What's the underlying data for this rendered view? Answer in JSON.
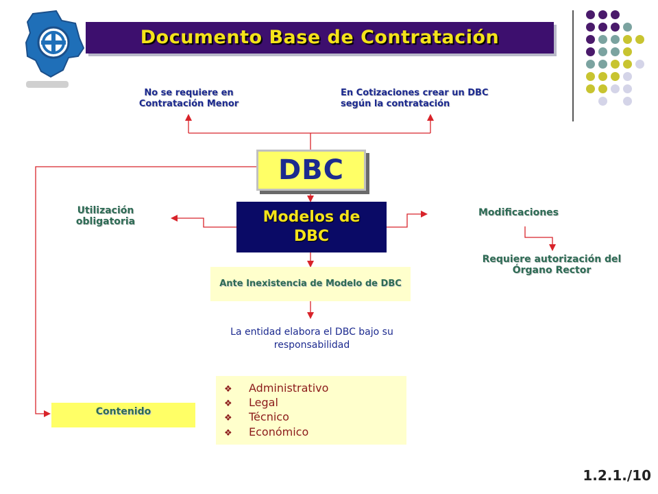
{
  "header": {
    "title": "Documento Base de Contratación"
  },
  "diagram": {
    "top_left_note": "No se requiere en Contratación Menor",
    "top_right_note": "En Cotizaciones crear un DBC según la contratación",
    "center_label": "DBC",
    "models_label": "Modelos de DBC",
    "left_branch": "Utilización obligatoria",
    "right_branch": "Modificaciones",
    "right_sub": "Requiere autorización del Órgano Rector",
    "inexistence": "Ante Inexistencia de Modelo de DBC",
    "responsibility": "La entidad elabora el DBC bajo su responsabilidad",
    "content_label": "Contenido",
    "content_items": [
      "Administrativo",
      "Legal",
      "Técnico",
      "Económico"
    ]
  },
  "footer": {
    "page_number": "1.2.1./10"
  },
  "colors": {
    "title_bg": "#3d0f6e",
    "title_text": "#f4e31a",
    "arrow": "#d8232a",
    "box_yellow": "#ffff66",
    "box_pale": "#ffffcc",
    "box_navy": "#0a0a66",
    "dot_purple": "#4a1a6b",
    "dot_teal": "#7ba3a0",
    "dot_olive": "#c8c430",
    "dot_lavender": "#d4d4e8"
  }
}
